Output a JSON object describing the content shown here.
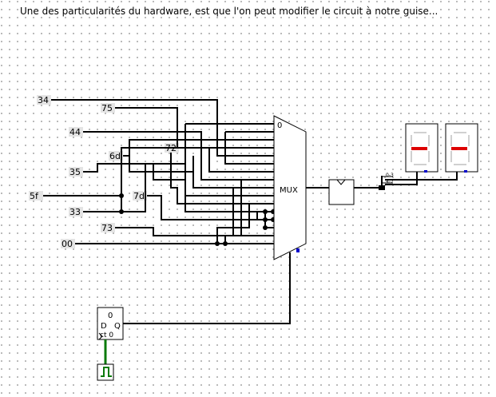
{
  "caption": "Une des particularités du hardware, est que l'on peut modifier le circuit à notre guise...",
  "constants": [
    "34",
    "75",
    "44",
    "6d",
    "72",
    "35",
    "5f",
    "7d",
    "33",
    "73",
    "00"
  ],
  "mux": {
    "label": "MUX",
    "select_label": "0"
  },
  "flipflop": {
    "top": "0",
    "d": "D",
    "q": "Q",
    "ct": "ct 0"
  },
  "splitter": {
    "low": "0-3",
    "high": "4-7"
  },
  "colors": {
    "wire": "#000000",
    "clock_wire": "#0a7a0a",
    "segment_on": "#dd0000",
    "segment_off": "#d0d0d0",
    "pin": "#0000cc"
  }
}
